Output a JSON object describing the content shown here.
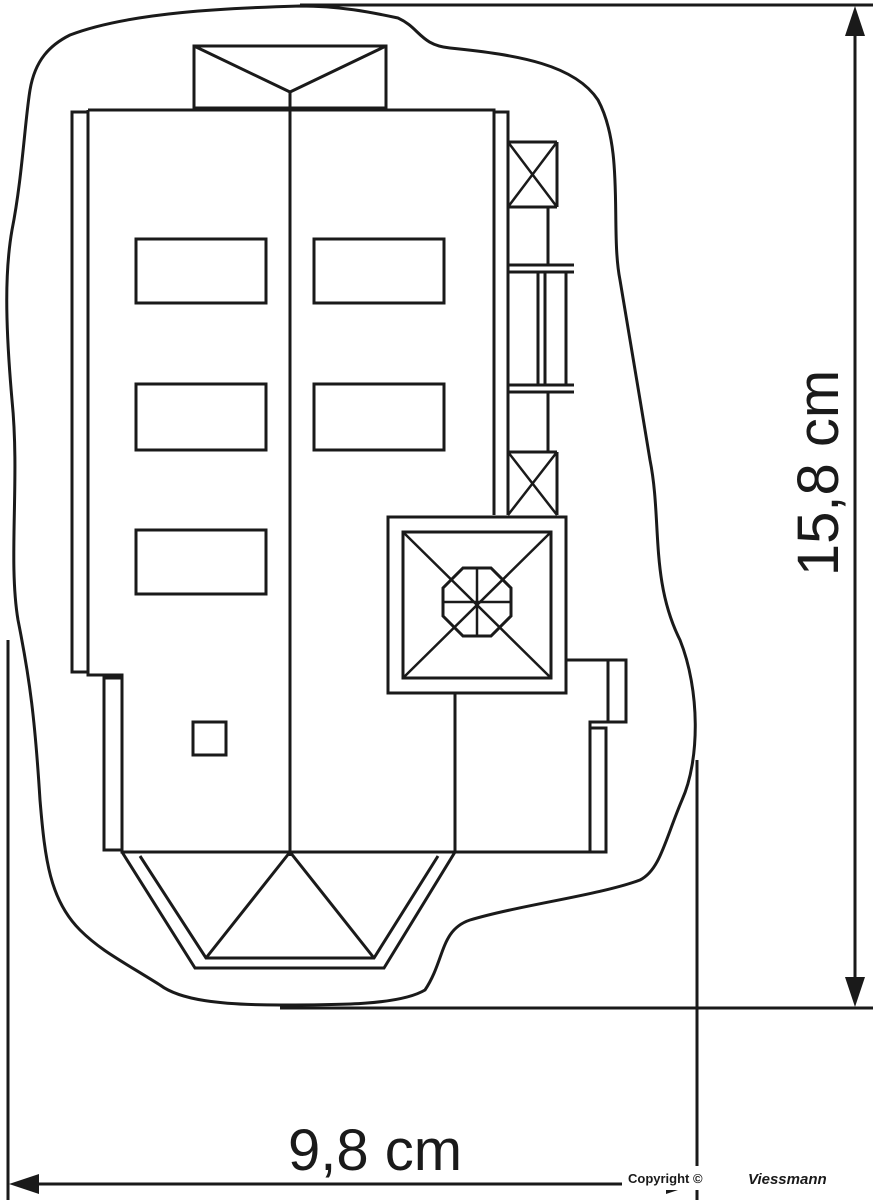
{
  "dimensions": {
    "height_label": "15,8 cm",
    "width_label": "9,8 cm"
  },
  "copyright": {
    "text": "Copyright ©",
    "brand": "Viessmann"
  }
}
